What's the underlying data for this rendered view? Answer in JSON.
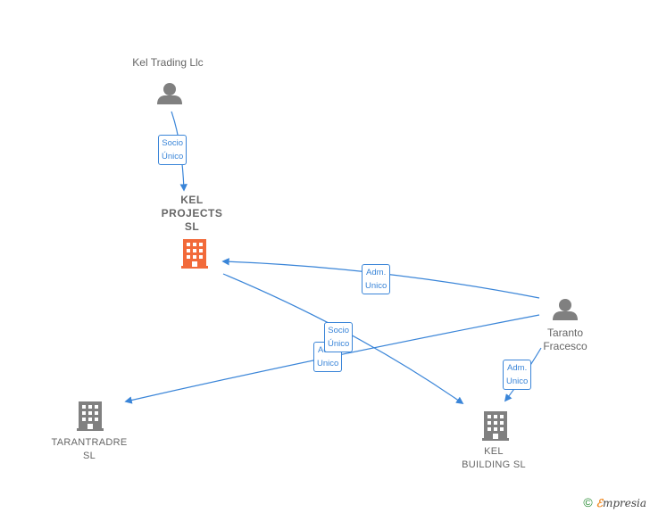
{
  "nodes": {
    "kel_trading": {
      "label": "Kel Trading Llc",
      "type": "person"
    },
    "kel_projects": {
      "label": "KEL\nPROJECTS\nSL",
      "type": "company",
      "highlight": true
    },
    "taranto": {
      "label": "Taranto\nFracesco",
      "type": "person"
    },
    "tarantradre": {
      "label": "TARANTRADRE\nSL",
      "type": "company"
    },
    "kel_building": {
      "label": "KEL\nBUILDING  SL",
      "type": "company"
    }
  },
  "edges": {
    "kel_trading_to_projects": {
      "label": "Socio\nÚnico"
    },
    "taranto_to_projects": {
      "label": "Adm.\nUnico"
    },
    "projects_to_building": {
      "label": "Socio\nÚnico"
    },
    "taranto_to_tarantradre": {
      "label": "Adm.\nUnico"
    },
    "taranto_to_building": {
      "label": "Adm.\nUnico"
    }
  },
  "colors": {
    "edge": "#3a85d8",
    "highlight_company": "#f26a3a",
    "company": "#808080",
    "person": "#808080"
  },
  "footer": {
    "copyright": "©",
    "brand_first": "ℰ",
    "brand_rest": "mpresia"
  }
}
